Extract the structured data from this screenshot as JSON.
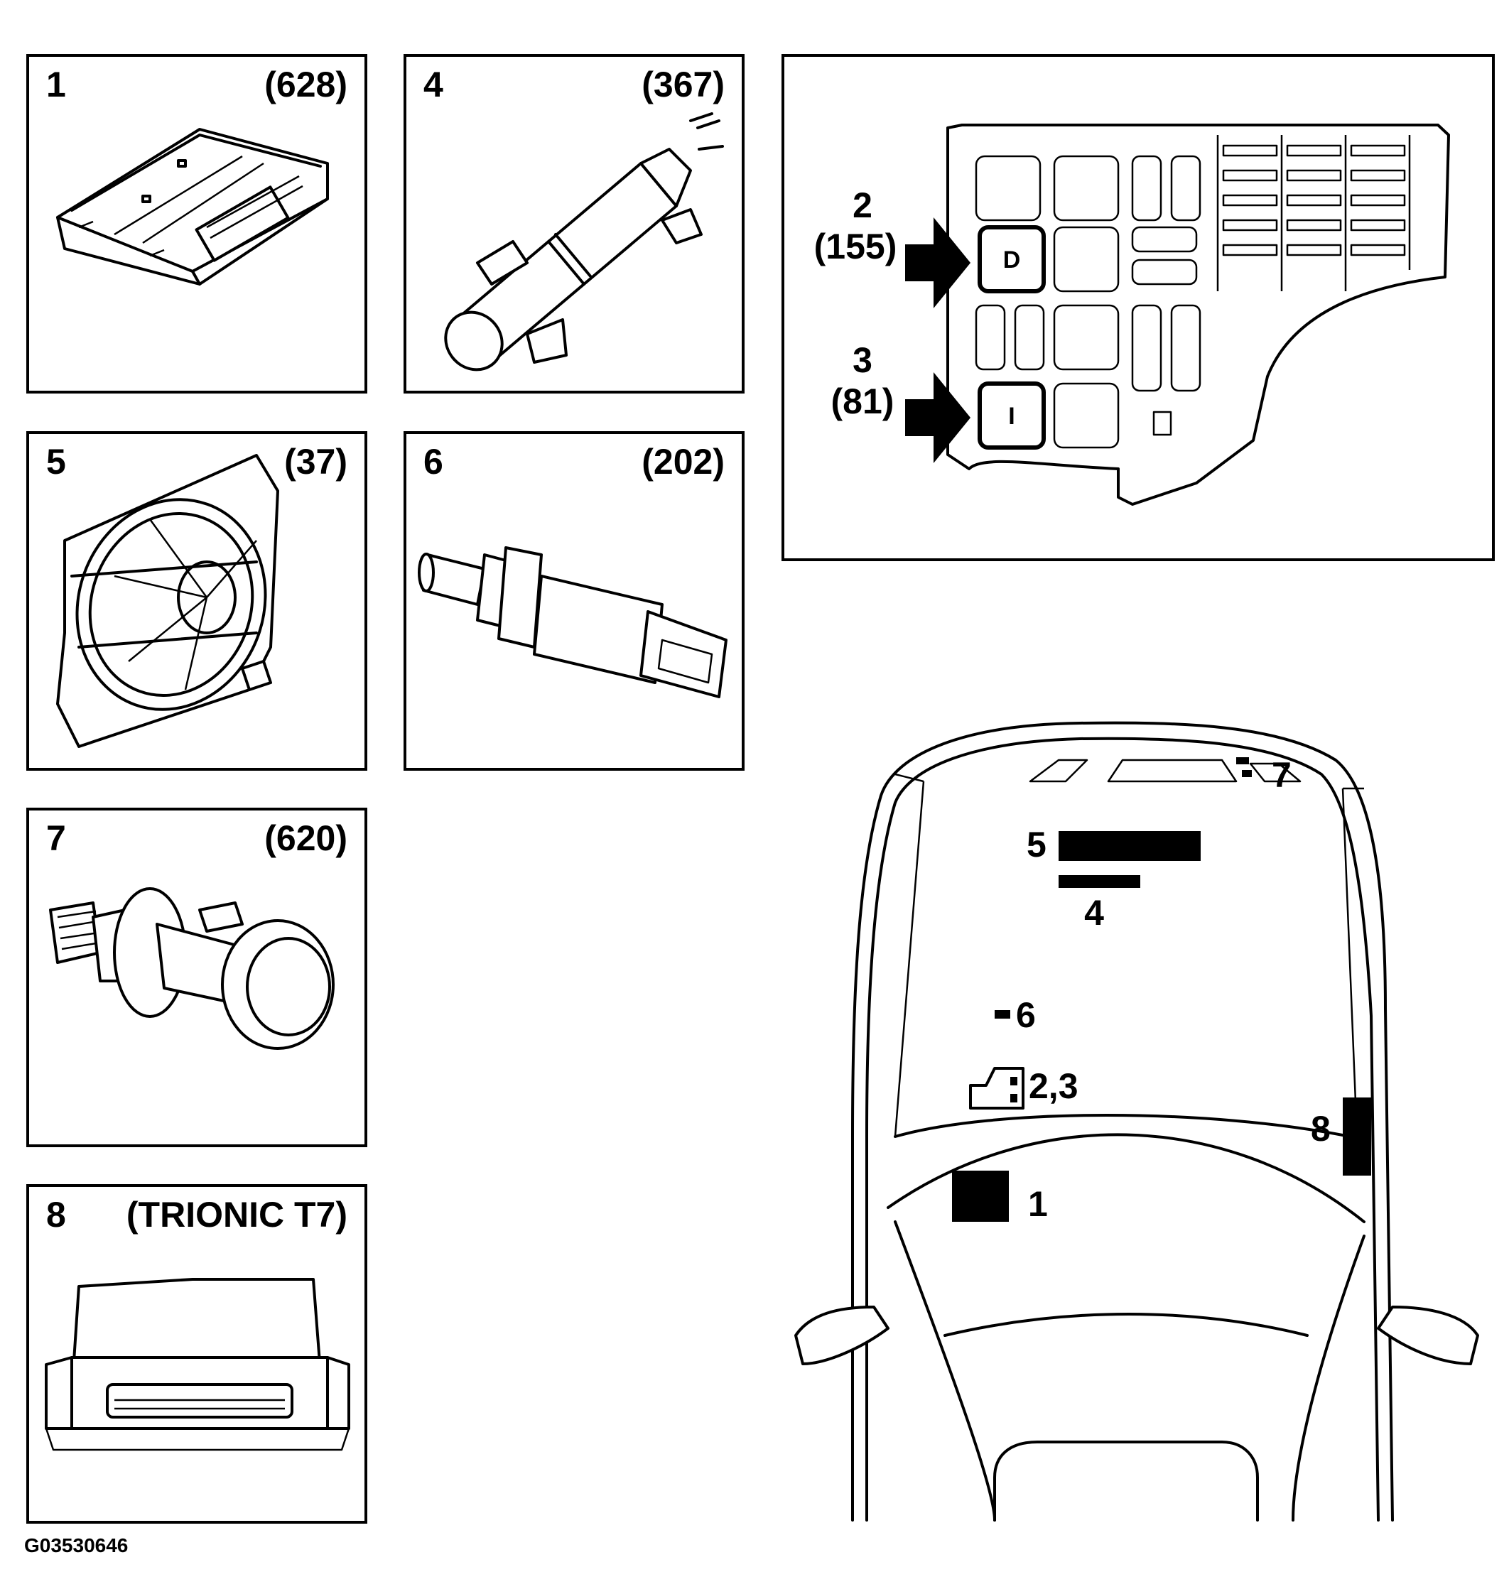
{
  "panels": [
    {
      "num": "1",
      "code": "(628)"
    },
    {
      "num": "4",
      "code": "(367)"
    },
    {
      "num": "5",
      "code": "(37)"
    },
    {
      "num": "6",
      "code": "(202)"
    },
    {
      "num": "7",
      "code": "(620)"
    },
    {
      "num": "8",
      "code": "(TRIONIC T7)"
    }
  ],
  "fuse_box": {
    "callout_2": {
      "num": "2",
      "code": "(155)",
      "fuse_letter": "D"
    },
    "callout_3": {
      "num": "3",
      "code": "(81)",
      "fuse_letter": "I"
    }
  },
  "car_labels": {
    "l7": "7",
    "l5": "5",
    "l4": "4",
    "l6": "6",
    "l23": "2,3",
    "l8": "8",
    "l1": "1"
  },
  "figure_id": "G03530646"
}
